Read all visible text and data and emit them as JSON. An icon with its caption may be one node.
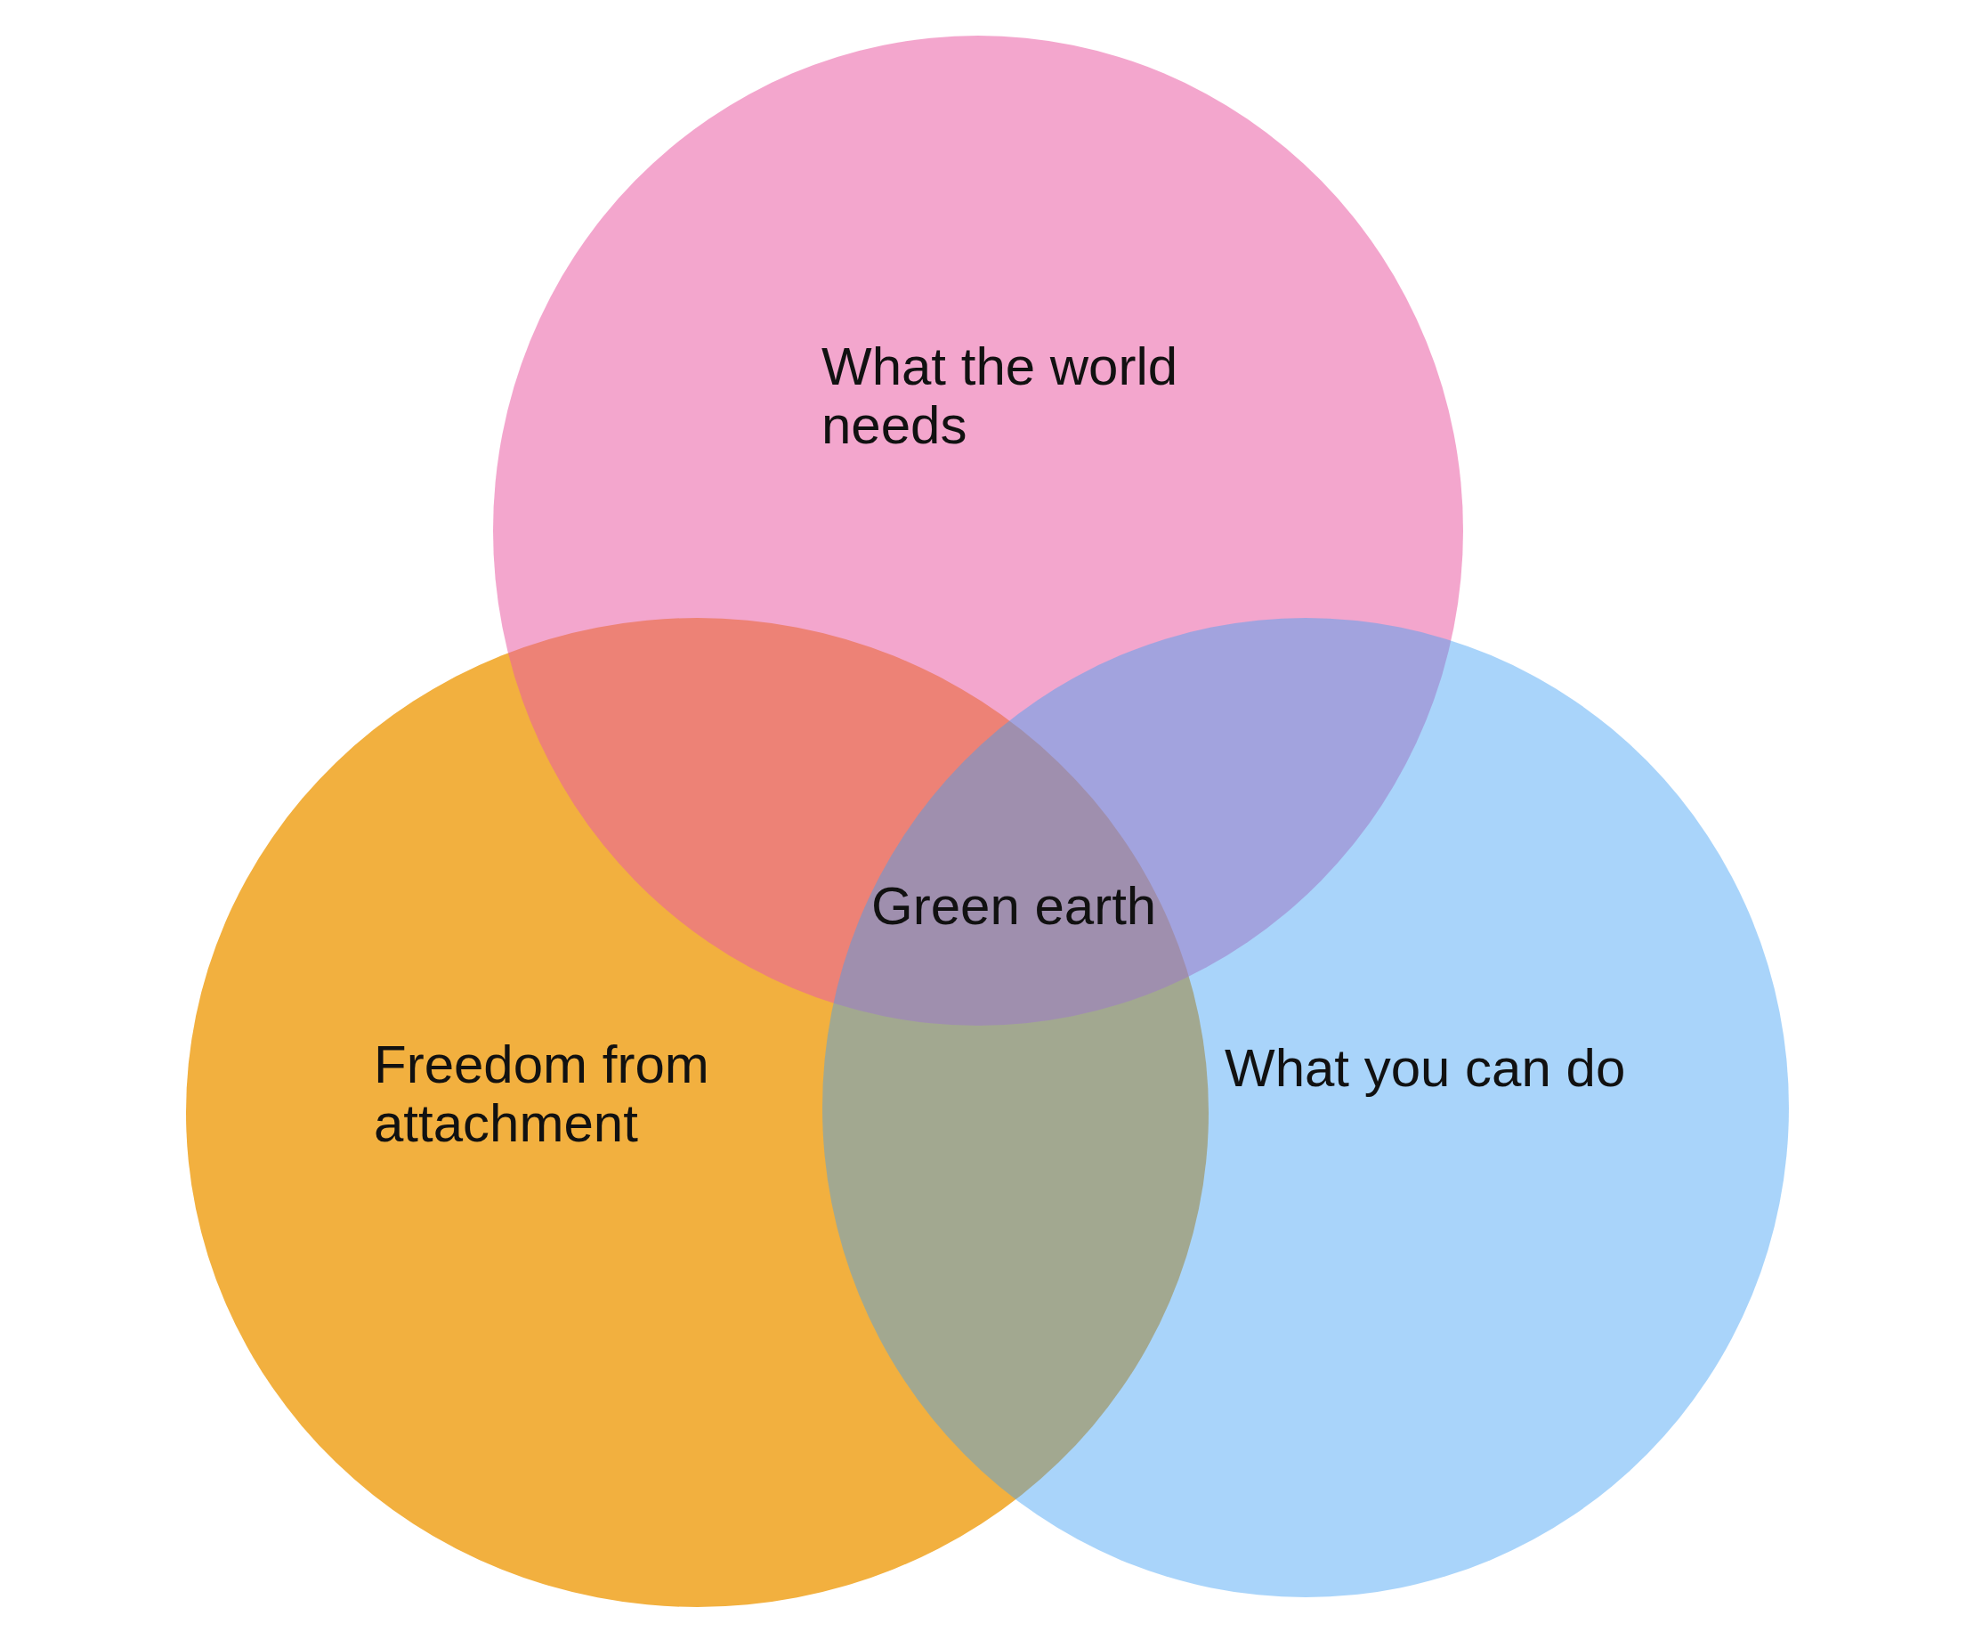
{
  "diagram": {
    "nodes": [
      {
        "text": [
          "What the world needs"
        ]
      },
      {
        "text": [
          "Freedom from attachment"
        ]
      },
      {
        "text": [
          "What you can do"
        ]
      }
    ],
    "labels": [
      "Green earth"
    ]
  }
}
